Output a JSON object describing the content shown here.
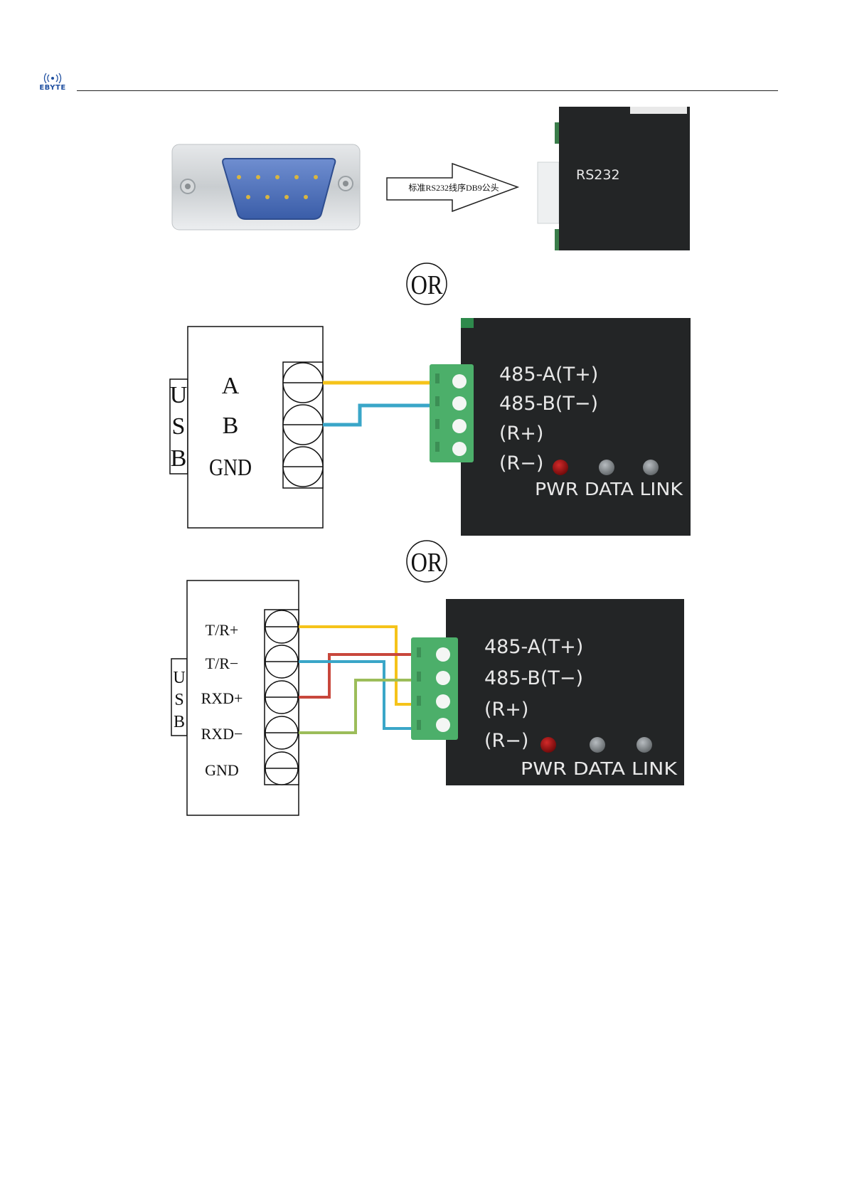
{
  "header": {
    "logo_text": "EBYTE"
  },
  "figure1": {
    "arrow_label": "标准RS232线序DB9公头",
    "device_label": "RS232"
  },
  "or_label": "OR",
  "figure2": {
    "usb_letters": [
      "U",
      "S",
      "B"
    ],
    "pin_labels": [
      "A",
      "B",
      "GND"
    ],
    "device_terminals": [
      "485-A(T+)",
      "485-B(T−)",
      "(R+)",
      "(R−)"
    ],
    "led_labels": "PWR DATA LINK",
    "colors": {
      "wire_a": "#f5c31a",
      "wire_b": "#3aa6c8",
      "led_pwr": "#8b0e0e",
      "led_off": "#7a7f82",
      "terminal": "#4caf6a",
      "device": "#232526"
    }
  },
  "figure3": {
    "usb_letters": [
      "U",
      "S",
      "B"
    ],
    "pin_labels": [
      "T/R+",
      "T/R−",
      "RXD+",
      "RXD−",
      "GND"
    ],
    "device_terminals": [
      "485-A(T+)",
      "485-B(T−)",
      "(R+)",
      "(R−)"
    ],
    "led_labels": "PWR DATA LINK",
    "colors": {
      "wire_tr_plus": "#f5c31a",
      "wire_tr_minus": "#c8473c",
      "wire_rxd_plus": "#3aa6c8",
      "wire_rxd_minus": "#9cbd5a"
    }
  }
}
